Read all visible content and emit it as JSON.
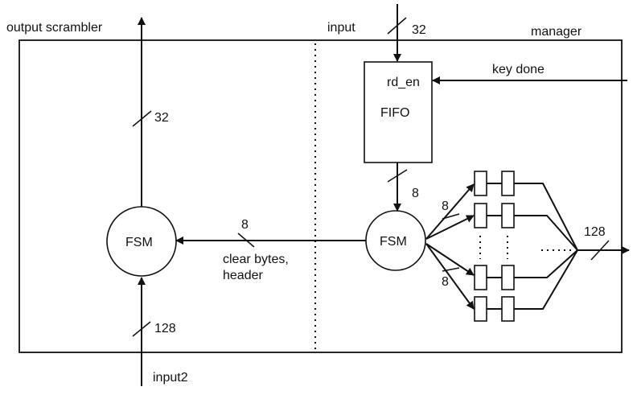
{
  "labels": {
    "output_scrambler": "output scrambler",
    "input": "input",
    "manager": "manager",
    "input2": "input2",
    "key_done": "key done",
    "rd_en": "rd_en",
    "fifo": "FIFO",
    "fsm_left": "FSM",
    "fsm_right": "FSM",
    "clear_bytes_line1": "clear bytes,",
    "clear_bytes_line2": "header",
    "width_input": "32",
    "width_output": "32",
    "width_input2": "128",
    "width_fifo_out": "8",
    "width_fsm_link": "8",
    "width_lane_top": "8",
    "width_lane_bottom": "8",
    "width_out_right": "128",
    "ellipsis_horizontal": "· · · · ·",
    "ellipsis_vertical": "⋮"
  }
}
